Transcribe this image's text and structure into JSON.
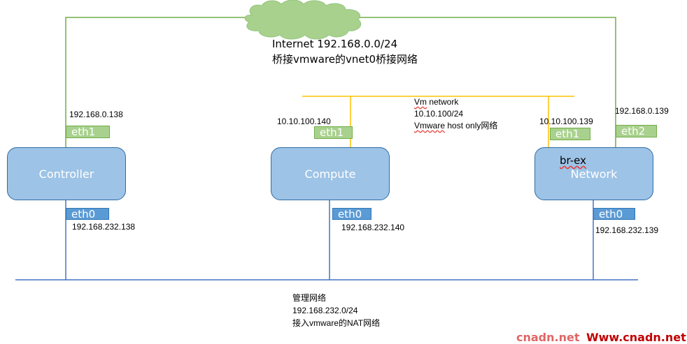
{
  "internet": {
    "line1": "Internet 192.168.0.0/24",
    "line2": "桥接vmware的vnet0桥接网络"
  },
  "vm_network": {
    "line1_a": "Vm",
    "line1_b": " network",
    "line2": "10.10.100/24",
    "line3_a": "Vmware",
    "line3_b": " host only网络"
  },
  "management": {
    "line1": "管理网络",
    "line2": "192.168.232.0/24",
    "line3": "接入vmware的NAT网络"
  },
  "nodes": {
    "controller": {
      "name": "Controller",
      "eth1": "eth1",
      "eth1_ip": "192.168.0.138",
      "eth0": "eth0",
      "eth0_ip": "192.168.232.138"
    },
    "compute": {
      "name": "Compute",
      "eth1": "eth1",
      "eth1_ip": "10.10.100.140",
      "eth0": "eth0",
      "eth0_ip": "192.168.232.140"
    },
    "network": {
      "name": "Network",
      "eth1": "eth1",
      "eth1_ip": "10.10.100.139",
      "eth2": "eth2",
      "eth2_ip": "192.168.0.139",
      "eth0": "eth0",
      "eth0_ip": "192.168.232.139",
      "bridge": "br-ex"
    }
  },
  "watermark": {
    "left": "cnadn.net",
    "right": "Www.cnadn.net",
    "color_left": "#e06666",
    "color_right": "#c00000"
  },
  "colors": {
    "internet_link": "#70ad47",
    "vm_network": "#ffc000",
    "management": "#4472c4",
    "node_fill": "#9dc3e6",
    "cloud": "#a9d18e"
  }
}
